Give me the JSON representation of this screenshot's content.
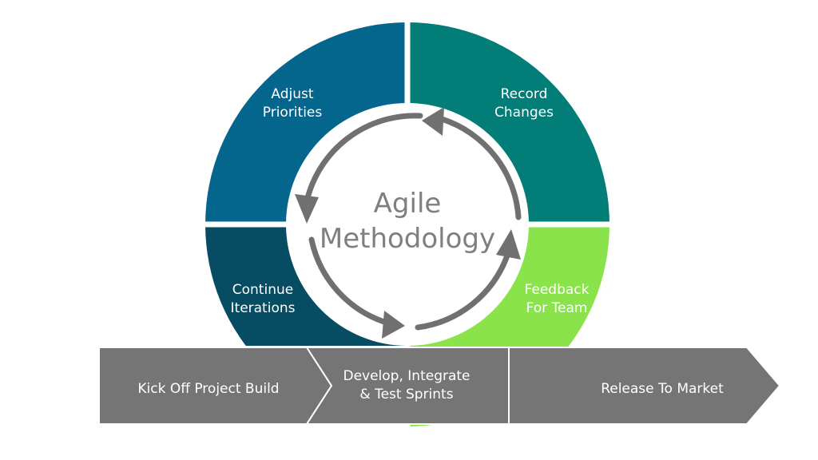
{
  "center": {
    "line1": "Agile",
    "line2": "Methodology"
  },
  "quadrants": [
    {
      "id": "top-left",
      "line1": "Adjust",
      "line2": "Priorities",
      "color": "#05668d"
    },
    {
      "id": "top-right",
      "line1": "Record",
      "line2": "Changes",
      "color": "#037d78"
    },
    {
      "id": "bottom-left",
      "line1": "Continue",
      "line2": "Iterations",
      "color": "#064c63"
    },
    {
      "id": "bottom-right",
      "line1": "Feedback",
      "line2": "For Team",
      "color": "#8ae34a"
    }
  ],
  "stages": [
    {
      "line1": "Kick Off Project Build",
      "line2": ""
    },
    {
      "line1": "Develop, Integrate",
      "line2": "& Test Sprints"
    },
    {
      "line1": "Release To Market",
      "line2": ""
    }
  ],
  "colors": {
    "arrow": "#707070",
    "stage_fill": "#757575",
    "stage_stroke": "#ffffff",
    "center_text": "#7f7f7f"
  },
  "icons": [
    "circular-arrows-icon"
  ]
}
